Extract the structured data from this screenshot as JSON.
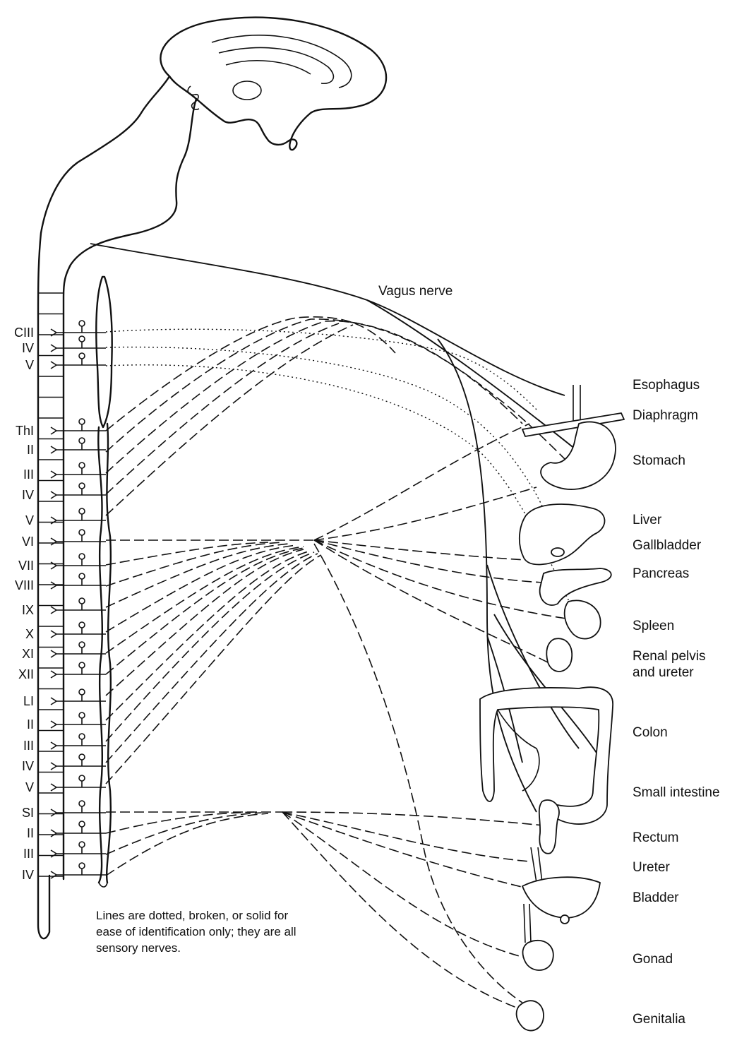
{
  "segments": [
    "CIII",
    "IV",
    "V",
    "ThI",
    "II",
    "III",
    "IV",
    "V",
    "VI",
    "VII",
    "VIII",
    "IX",
    "X",
    "XI",
    "XII",
    "LI",
    "II",
    "III",
    "IV",
    "V",
    "SI",
    "II",
    "III",
    "IV"
  ],
  "nerve_label": "Vagus nerve",
  "organs": [
    "Esophagus",
    "Diaphragm",
    "Stomach",
    "Liver",
    "Gallbladder",
    "Pancreas",
    "Spleen",
    "Renal pelvis",
    "and ureter",
    "Colon",
    "Small intestine",
    "Rectum",
    "Ureter",
    "Bladder",
    "Gonad",
    "Genitalia"
  ],
  "note": [
    "Lines are dotted, broken, or solid for",
    "ease of identification only; they are all",
    "sensory nerves."
  ]
}
